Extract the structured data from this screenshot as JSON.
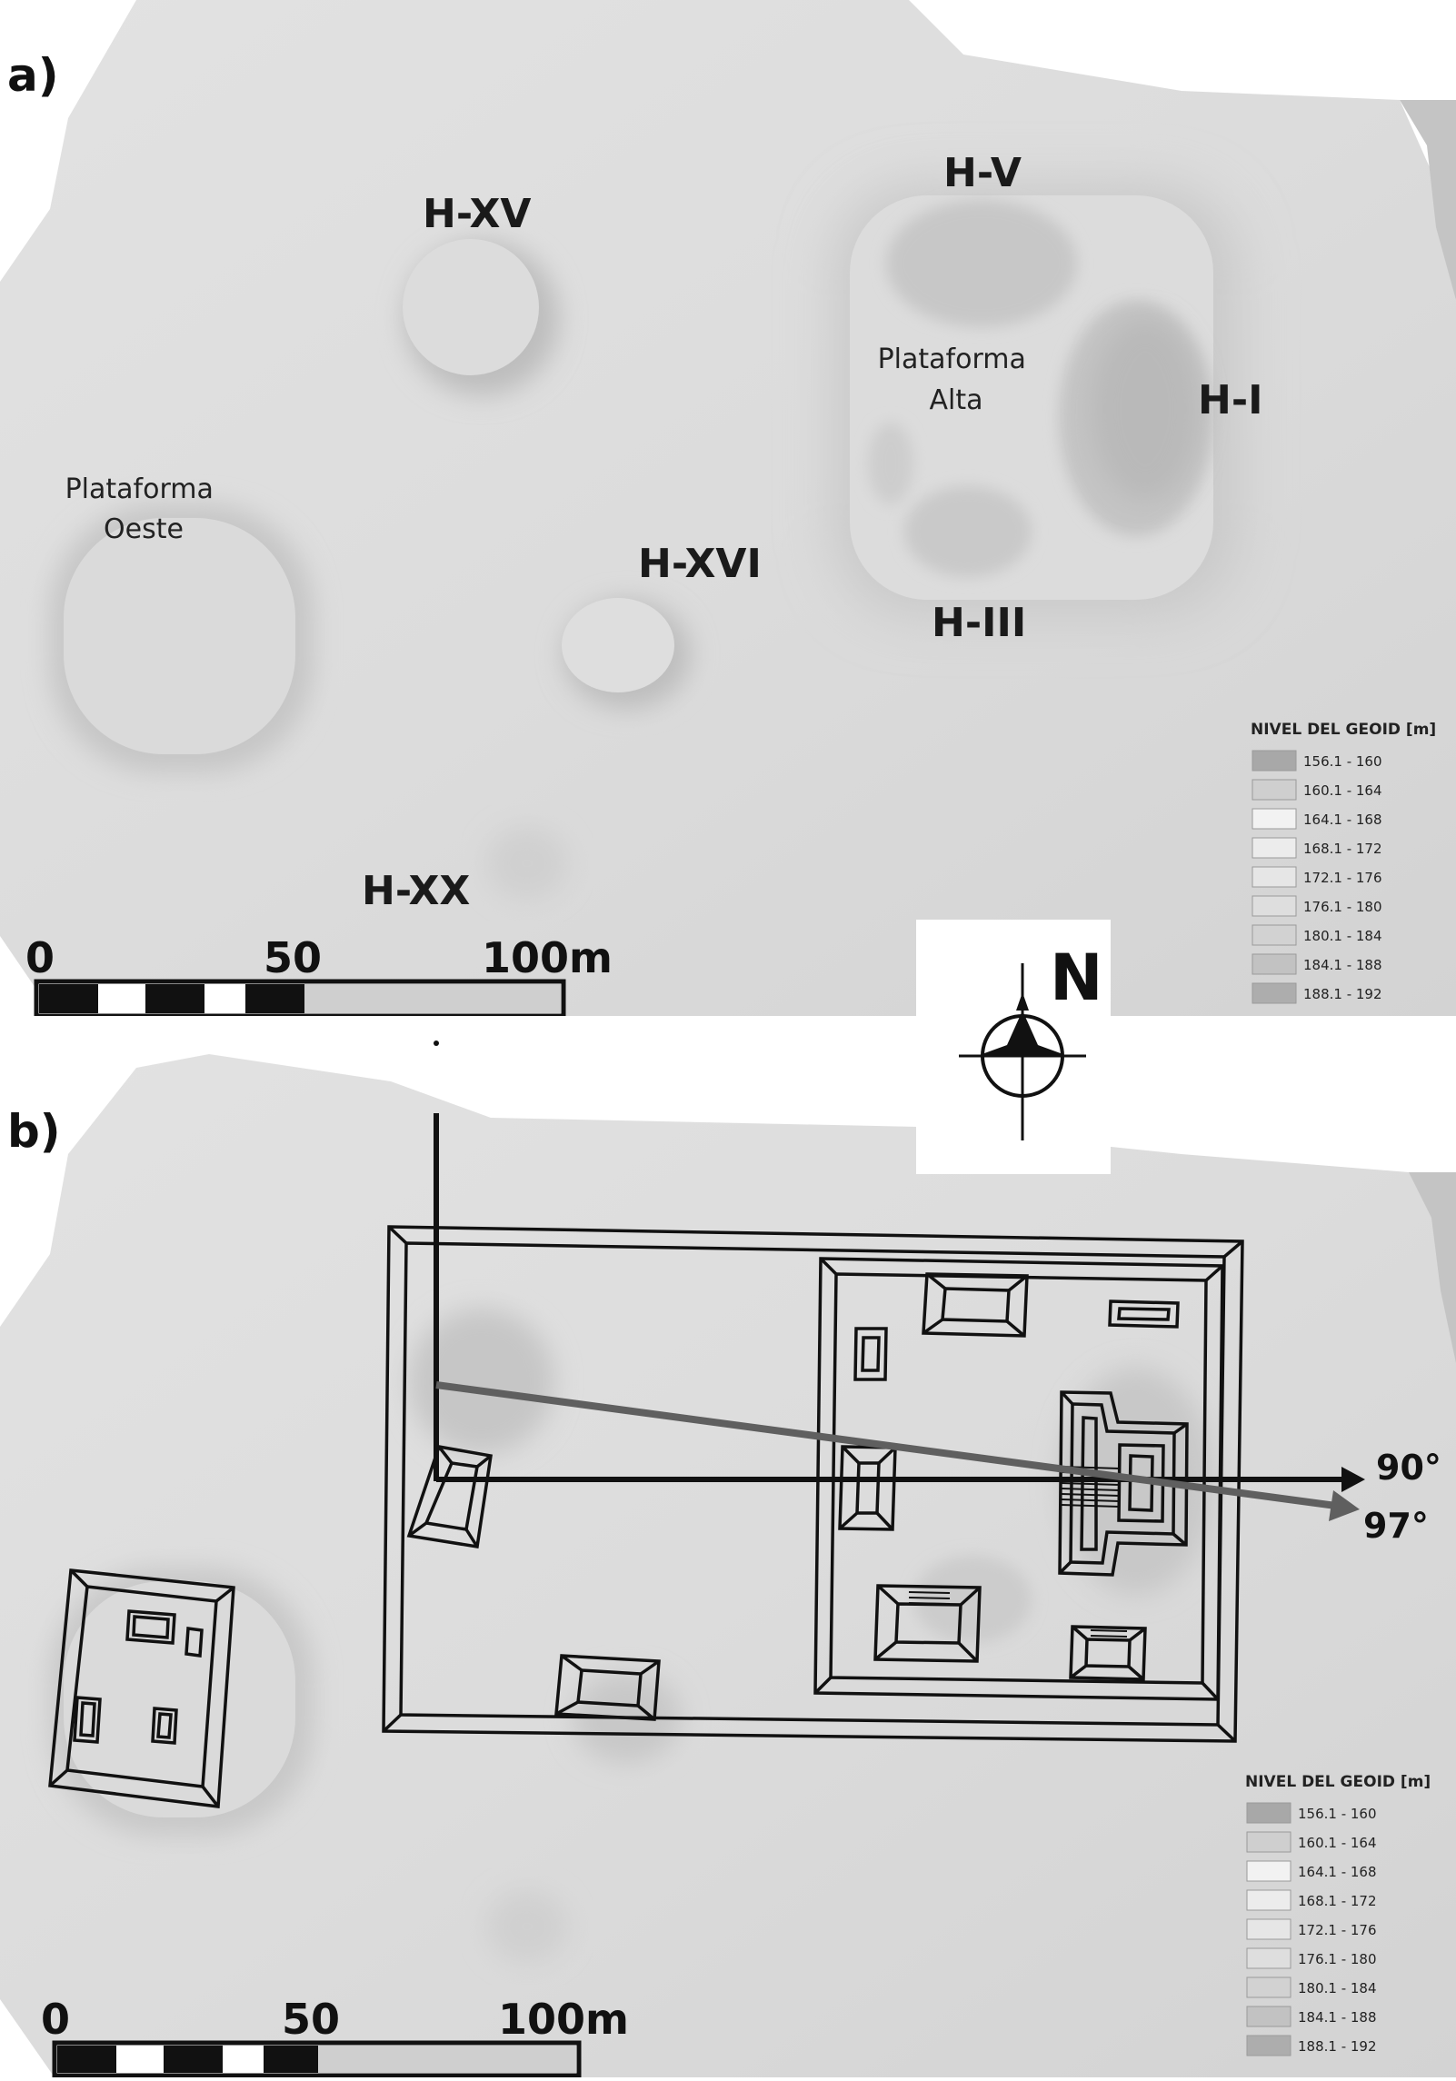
{
  "panel_a": {
    "label": "a)",
    "sites": {
      "h_xv": "H-XV",
      "h_v": "H-V",
      "h_i": "H-I",
      "h_xvi": "H-XVI",
      "h_iii": "H-III",
      "h_xx": "H-XX"
    },
    "areas": {
      "plataforma_alta": [
        "Plataforma",
        "Alta"
      ],
      "plataforma_oeste": [
        "Plataforma",
        "Oeste"
      ]
    }
  },
  "panel_b": {
    "label": "b)",
    "angles": [
      "90°",
      "97°"
    ]
  },
  "north": "N",
  "scale_bar": {
    "ticks": [
      "0",
      "50",
      "100m"
    ]
  },
  "legend": {
    "title": "NIVEL DEL GEOID [m]",
    "items": [
      {
        "range": "156.1 - 160",
        "color": "#a8a8a8"
      },
      {
        "range": "160.1 - 164",
        "color": "#cfcfcf"
      },
      {
        "range": "164.1 - 168",
        "color": "#f2f2f2"
      },
      {
        "range": "168.1 - 172",
        "color": "#ececec"
      },
      {
        "range": "172.1 - 176",
        "color": "#e6e6e6"
      },
      {
        "range": "176.1 - 180",
        "color": "#dedede"
      },
      {
        "range": "180.1 - 184",
        "color": "#d2d2d2"
      },
      {
        "range": "184.1 - 188",
        "color": "#c2c2c2"
      },
      {
        "range": "188.1 - 192",
        "color": "#adadad"
      }
    ]
  }
}
